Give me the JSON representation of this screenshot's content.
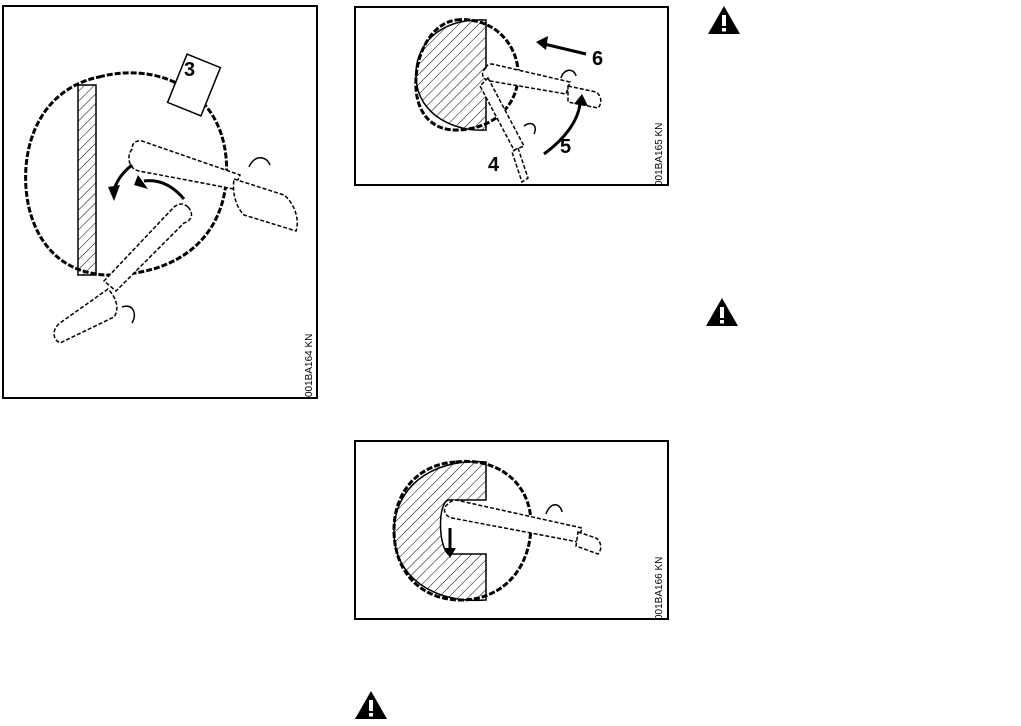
{
  "figures": {
    "fig1": {
      "id": "001BA164 KN",
      "callout": "3"
    },
    "fig2": {
      "id": "001BA165 KN",
      "callouts": [
        "4",
        "5",
        "6"
      ]
    },
    "fig3": {
      "id": "001BA166 KN"
    }
  },
  "warning_icons": [
    "warning-triangle-icon",
    "warning-triangle-icon",
    "warning-triangle-icon"
  ],
  "colors": {
    "ink": "#000000",
    "paper": "#ffffff"
  }
}
